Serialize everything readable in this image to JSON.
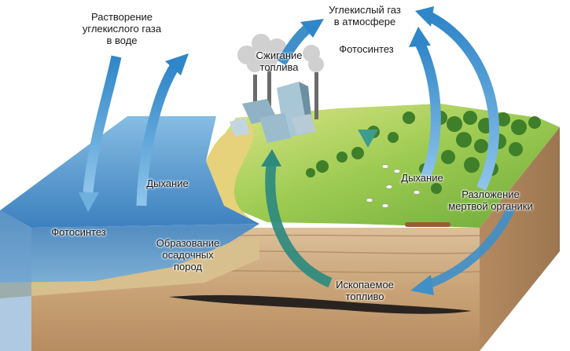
{
  "labels": {
    "dissolution": {
      "line1": "Растворение",
      "line2": "углекислого газа",
      "line3": "в воде"
    },
    "co2_atmosphere": {
      "line1": "Углекислый газ",
      "line2": "в атмосфере"
    },
    "burning": {
      "line1": "Сжигание",
      "line2": "топлива"
    },
    "photosynthesis_land": "Фотосинтез",
    "respiration_water": "Дыхание",
    "respiration_land": "Дыхание",
    "decomposition": {
      "line1": "Разложение",
      "line2": "мертвой органики"
    },
    "photosynthesis_water": "Фотосинтез",
    "sedimentation": {
      "line1": "Образование",
      "line2": "осадочных",
      "line3": "пород"
    },
    "fossil_fuel": {
      "line1": "Ископаемое",
      "line2": "топливо"
    }
  },
  "colors": {
    "arrow": "#3f8fc9",
    "water": "#4f93c9",
    "grass": "#8fc24a",
    "soil": "#c9a276"
  }
}
